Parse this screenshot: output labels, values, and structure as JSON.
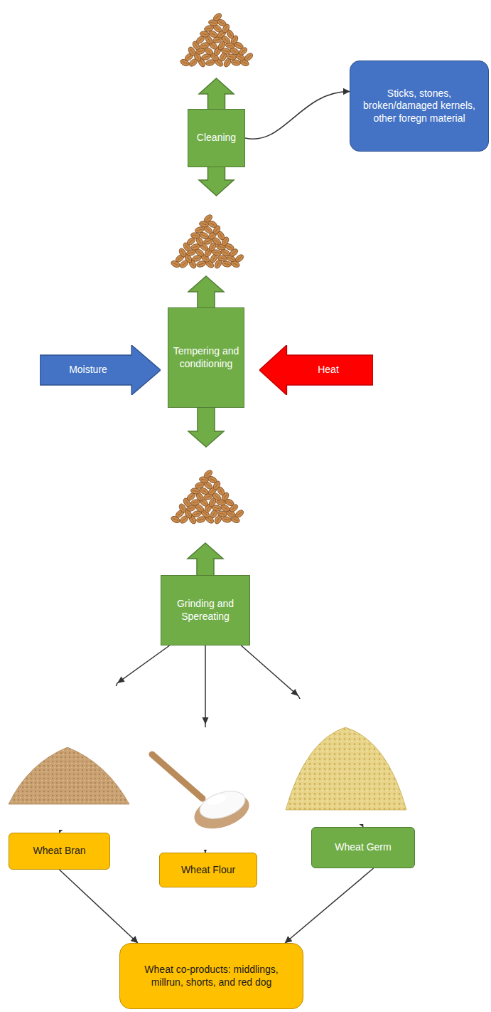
{
  "diagram": {
    "nodes": [
      {
        "text": [
          "Cleaning"
        ]
      },
      {
        "text": [
          "Sticks, stones, broken/damaged kernels, other foregn material"
        ]
      },
      {
        "text": [
          "Moisture"
        ]
      },
      {
        "text": [
          "Tempering and conditioning"
        ]
      },
      {
        "text": [
          "Heat"
        ]
      },
      {
        "text": [
          "Grinding and Spereating"
        ]
      },
      {
        "text": [
          "Wheat Bran"
        ]
      },
      {
        "text": [
          "Wheat Flour"
        ]
      },
      {
        "text": [
          "Wheat Germ"
        ]
      },
      {
        "text": [
          "Wheat co-products: middlings, millrun, shorts, and red dog"
        ]
      }
    ],
    "edges": [
      {
        "from": 0,
        "to": 1,
        "arrow": "to"
      },
      {
        "from": 5,
        "to": 6,
        "arrow": "to"
      },
      {
        "from": 5,
        "to": 7,
        "arrow": "to"
      },
      {
        "from": 5,
        "to": 8,
        "arrow": "to"
      },
      {
        "from": 6,
        "to": 9,
        "arrow": "to"
      },
      {
        "from": 8,
        "to": 9,
        "arrow": "to"
      }
    ]
  }
}
